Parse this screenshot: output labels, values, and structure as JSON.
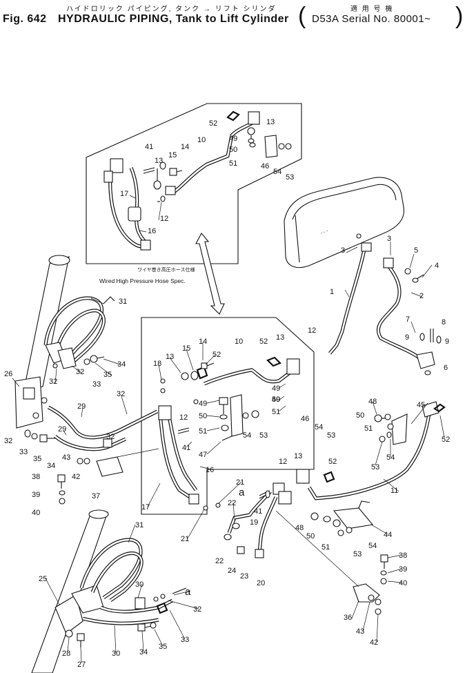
{
  "header": {
    "title_jp": "ハイドロリック パイピング, タンク → リフト シリンダ",
    "fig_label": "Fig. 642",
    "title_en": "HYDRAULIC PIPING, Tank to Lift Cylinder",
    "serial_jp": "適 用 号 機",
    "serial_en": "D53A Serial No. 80001~"
  },
  "inset": {
    "caption_jp": "ワイヤ巻き高圧ホース仕様",
    "caption_en": "Wired High Pressure Hose Spec."
  },
  "detail_ref": "a",
  "part_numbers": [
    "1",
    "2",
    "3",
    "4",
    "5",
    "6",
    "7",
    "8",
    "9",
    "10",
    "11",
    "12",
    "13",
    "14",
    "15",
    "16",
    "17",
    "18",
    "19",
    "20",
    "21",
    "22",
    "23",
    "24",
    "25",
    "26",
    "27",
    "28",
    "29",
    "30",
    "31",
    "32",
    "33",
    "34",
    "35",
    "36",
    "37",
    "38",
    "39",
    "40",
    "41",
    "42",
    "43",
    "44",
    "45",
    "46",
    "47",
    "48",
    "49",
    "50",
    "51",
    "52",
    "53",
    "54"
  ]
}
